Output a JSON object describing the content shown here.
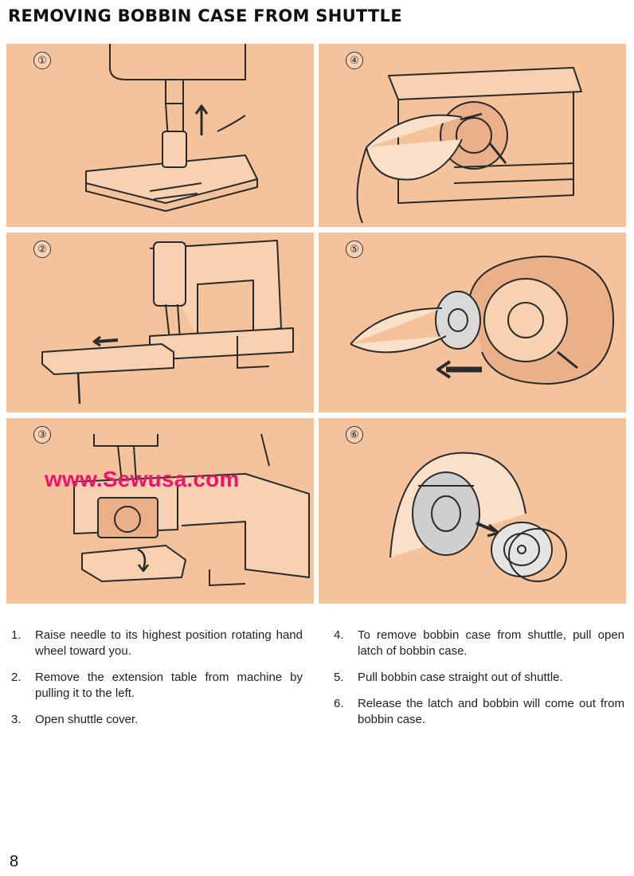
{
  "page": {
    "title": "REMOVING BOBBIN CASE FROM SHUTTLE",
    "watermark": "www.Sewusa.com",
    "page_number": "8"
  },
  "panels": [
    {
      "marker": "①",
      "depicts": "raise-needle"
    },
    {
      "marker": "②",
      "depicts": "remove-extension-table"
    },
    {
      "marker": "③",
      "depicts": "open-shuttle-cover"
    },
    {
      "marker": "④",
      "depicts": "open-bobbin-case-latch"
    },
    {
      "marker": "⑤",
      "depicts": "pull-bobbin-case-out"
    },
    {
      "marker": "⑥",
      "depicts": "release-bobbin"
    }
  ],
  "steps": [
    {
      "num": "1.",
      "text": "Raise needle to its highest position rotating hand wheel toward you."
    },
    {
      "num": "2.",
      "text": "Remove the extension table from machine by pulling it to the left."
    },
    {
      "num": "3.",
      "text": "Open shuttle cover."
    },
    {
      "num": "4.",
      "text": "To remove bobbin case from shuttle, pull open latch of bobbin case."
    },
    {
      "num": "5.",
      "text": "Pull bobbin case straight out of shuttle."
    },
    {
      "num": "6.",
      "text": "Release the latch and bobbin will come out from bobbin case."
    }
  ],
  "colors": {
    "panel_background": "#f5c39b",
    "watermark": "#f0136b",
    "line_art": "#2a2a2a"
  }
}
